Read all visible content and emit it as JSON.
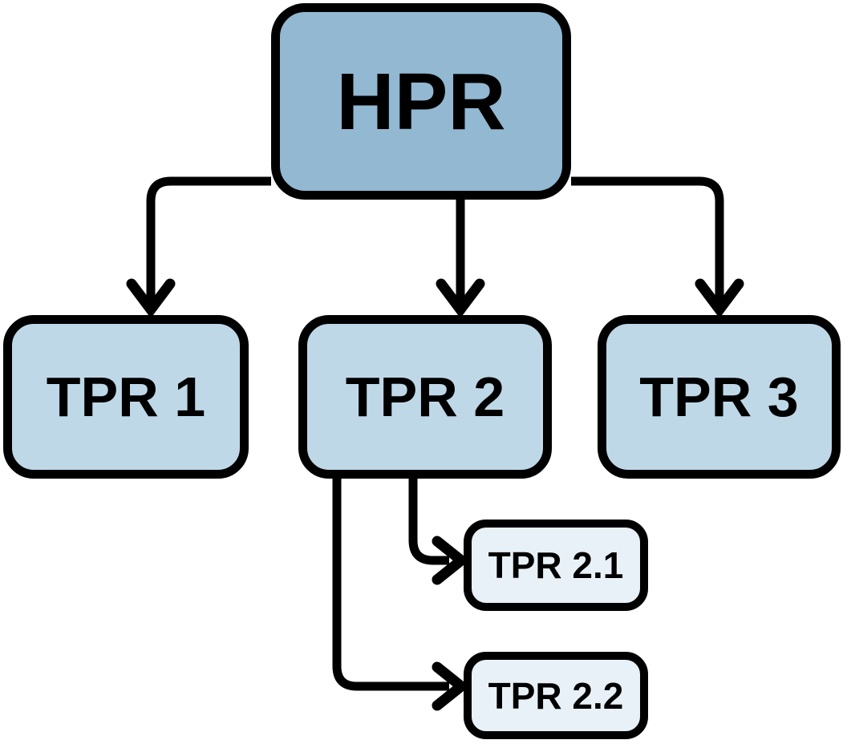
{
  "diagram": {
    "type": "hierarchy-flowchart",
    "background_color": "#ffffff",
    "line_color": "#000000",
    "level_fills": {
      "root": "#92b8d2",
      "child": "#bfd8e8",
      "grandchild": "#e9f1f8"
    },
    "nodes": {
      "root": {
        "label": "HPR",
        "level": 0
      },
      "child1": {
        "label": "TPR 1",
        "level": 1
      },
      "child2": {
        "label": "TPR 2",
        "level": 1
      },
      "child3": {
        "label": "TPR 3",
        "level": 1
      },
      "grandchild1": {
        "label": "TPR 2.1",
        "level": 2
      },
      "grandchild2": {
        "label": "TPR 2.2",
        "level": 2
      }
    },
    "edges": [
      {
        "from": "HPR",
        "to": "TPR 1"
      },
      {
        "from": "HPR",
        "to": "TPR 2"
      },
      {
        "from": "HPR",
        "to": "TPR 3"
      },
      {
        "from": "TPR 2",
        "to": "TPR 2.1"
      },
      {
        "from": "TPR 2",
        "to": "TPR 2.2"
      }
    ]
  }
}
